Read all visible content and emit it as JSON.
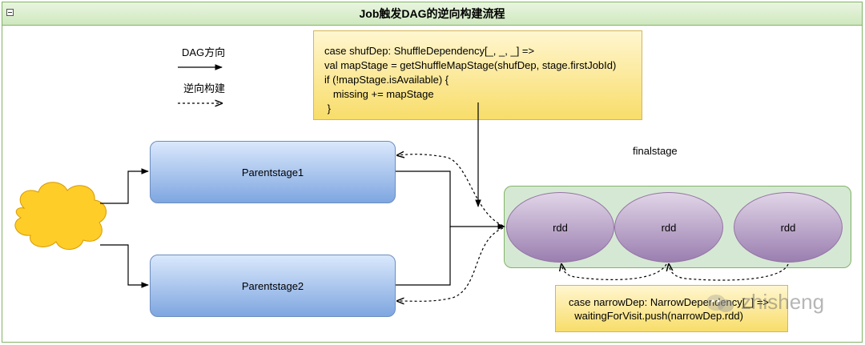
{
  "diagram": {
    "title": "Job触发DAG的逆向构建流程",
    "legend": {
      "solid_label": "DAG方向",
      "dashed_label": "逆向构建"
    },
    "stages": [
      {
        "label": "Parentstage1"
      },
      {
        "label": "Parentstage2"
      }
    ],
    "final_stage": {
      "label": "finalstage",
      "rdds": [
        "rdd",
        "rdd",
        "rdd"
      ]
    },
    "code_top": {
      "lines": [
        "case shufDep: ShuffleDependency[_, _, _] =>",
        "val mapStage = getShuffleMapStage(shufDep, stage.firstJobId)",
        "if (!mapStage.isAvailable) {",
        "   missing += mapStage",
        " }"
      ]
    },
    "code_bottom": {
      "lines": [
        "case narrowDep: NarrowDependency[_] =>",
        "  waitingForVisit.push(narrowDep.rdd)"
      ]
    },
    "watermark": "zhisheng",
    "colors": {
      "stage_fill": "#dae8fc",
      "stage_border": "#6c8ebf",
      "rdd_fill": "#e1d5e7",
      "rdd_border": "#9673a6",
      "final_fill": "#d5e8d4",
      "code_fill": "#fff2cc",
      "cloud_fill": "#ffcd28"
    }
  }
}
